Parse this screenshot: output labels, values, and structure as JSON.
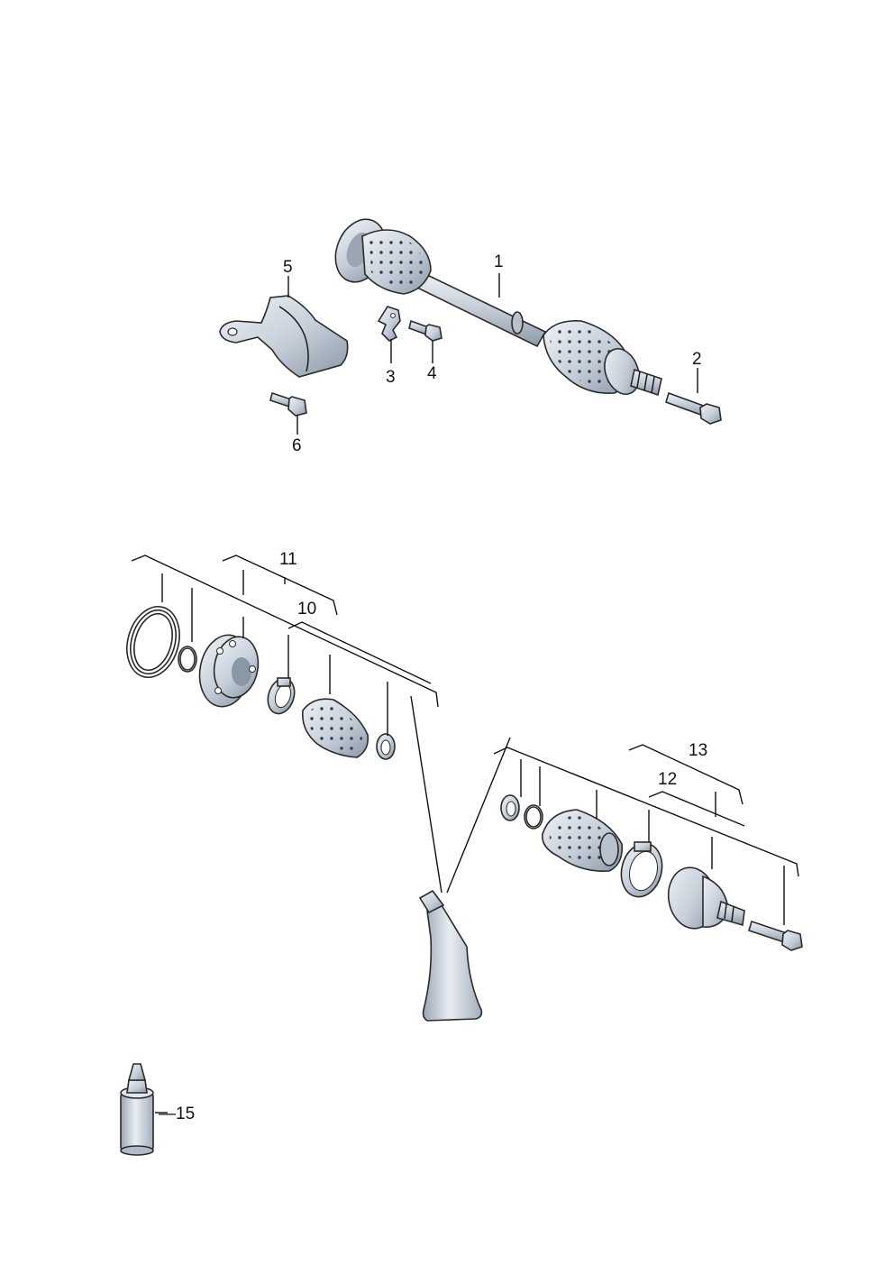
{
  "colors": {
    "part_fill": "#c9d2dc",
    "part_light": "#e7ecf1",
    "part_dark": "#8a97a6",
    "outline": "#2a2a2a",
    "line": "#111111",
    "background": "#ffffff"
  },
  "callouts": {
    "c1": "1",
    "c2": "2",
    "c3": "3",
    "c4": "4",
    "c5": "5",
    "c6": "6",
    "c10": "10",
    "c11": "11",
    "c12": "12",
    "c13": "13",
    "c15": "—15"
  }
}
